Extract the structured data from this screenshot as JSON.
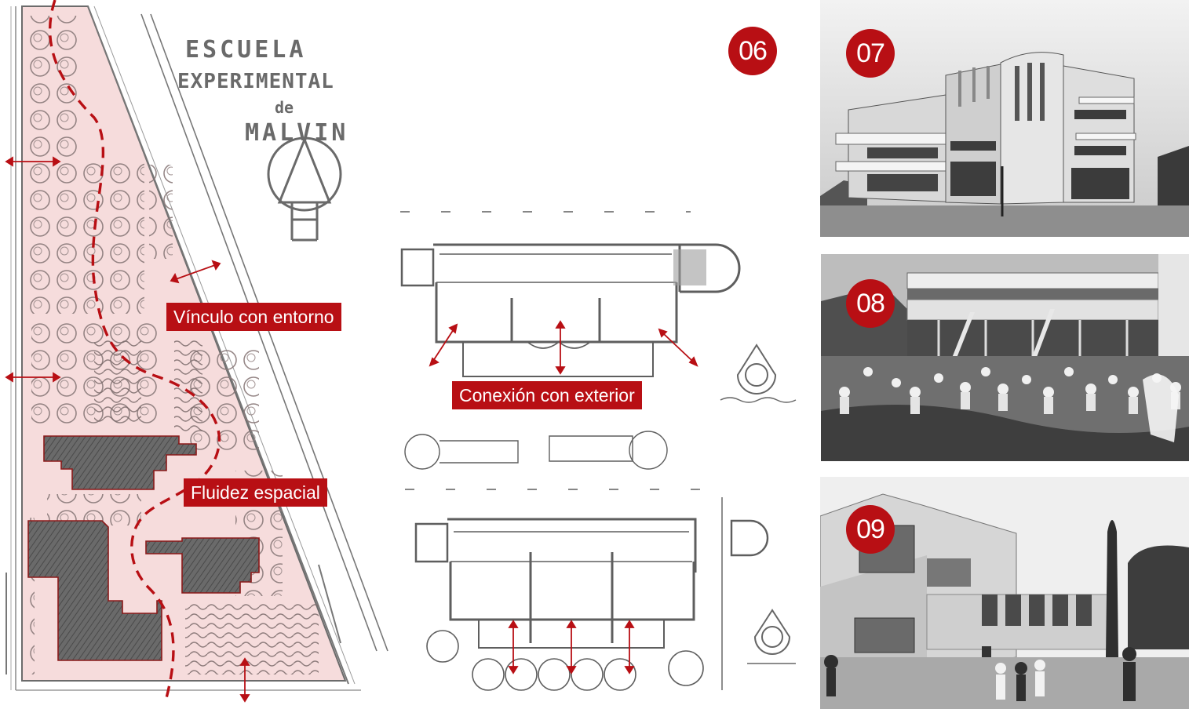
{
  "site_plan": {
    "title_line1": "ESCUELA",
    "title_line2": "EXPERIMENTAL",
    "title_line3": "de",
    "title_line4": "MALVIN",
    "label_vinculo": "Vínculo con entorno",
    "label_fluidez": "Fluidez espacial"
  },
  "floor_plans": {
    "label_conexion": "Conexión con exterior"
  },
  "badges": {
    "b06": "06",
    "b07": "07",
    "b08": "08",
    "b09": "09"
  },
  "colors": {
    "accent": "#b80f14",
    "site_fill": "#f6dcdc",
    "building_fill": "#5f5f5f"
  }
}
